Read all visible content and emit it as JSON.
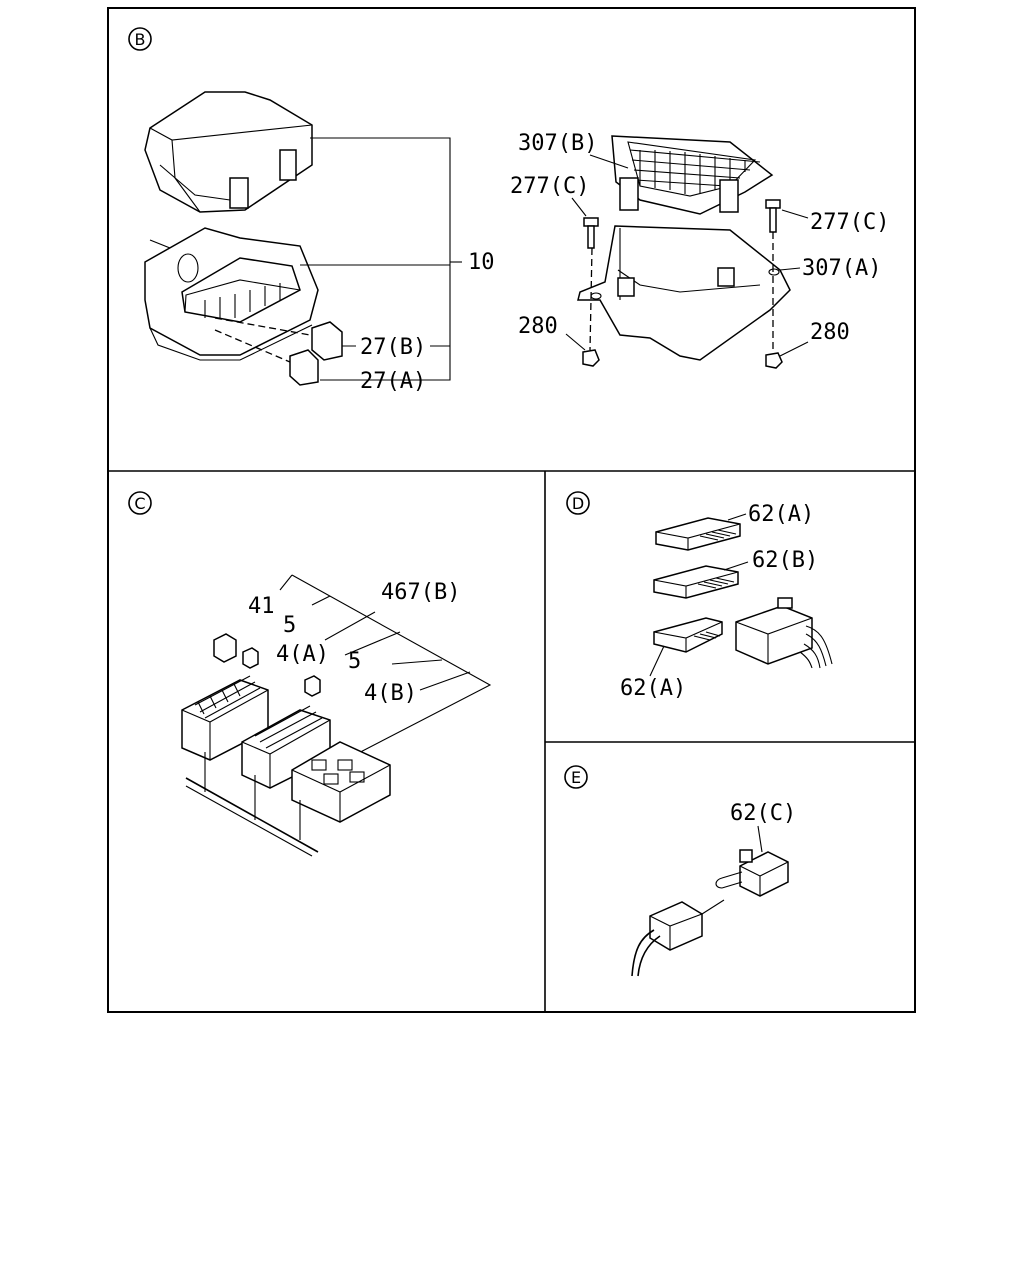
{
  "sections": {
    "B": {
      "badge": "B",
      "labels": {
        "assembly": "10",
        "fuse_27b": "27(B)",
        "fuse_27a": "27(A)",
        "cover_307b": "307(B)",
        "bolt_left": "277(C)",
        "bolt_right": "277(C)",
        "bracket_307a": "307(A)",
        "nut_left": "280",
        "nut_right": "280"
      }
    },
    "C": {
      "badge": "C",
      "labels": {
        "relay_41": "41",
        "fuse_5_top": "5",
        "bracket_467b": "467(B)",
        "relay_4a": "4(A)",
        "fuse_5_mid": "5",
        "block_4b": "4(B)"
      }
    },
    "D": {
      "badge": "D",
      "labels": {
        "conn_top": "62(A)",
        "conn_mid": "62(B)",
        "conn_bot": "62(A)"
      }
    },
    "E": {
      "badge": "E",
      "labels": {
        "conn_c": "62(C)"
      }
    }
  }
}
